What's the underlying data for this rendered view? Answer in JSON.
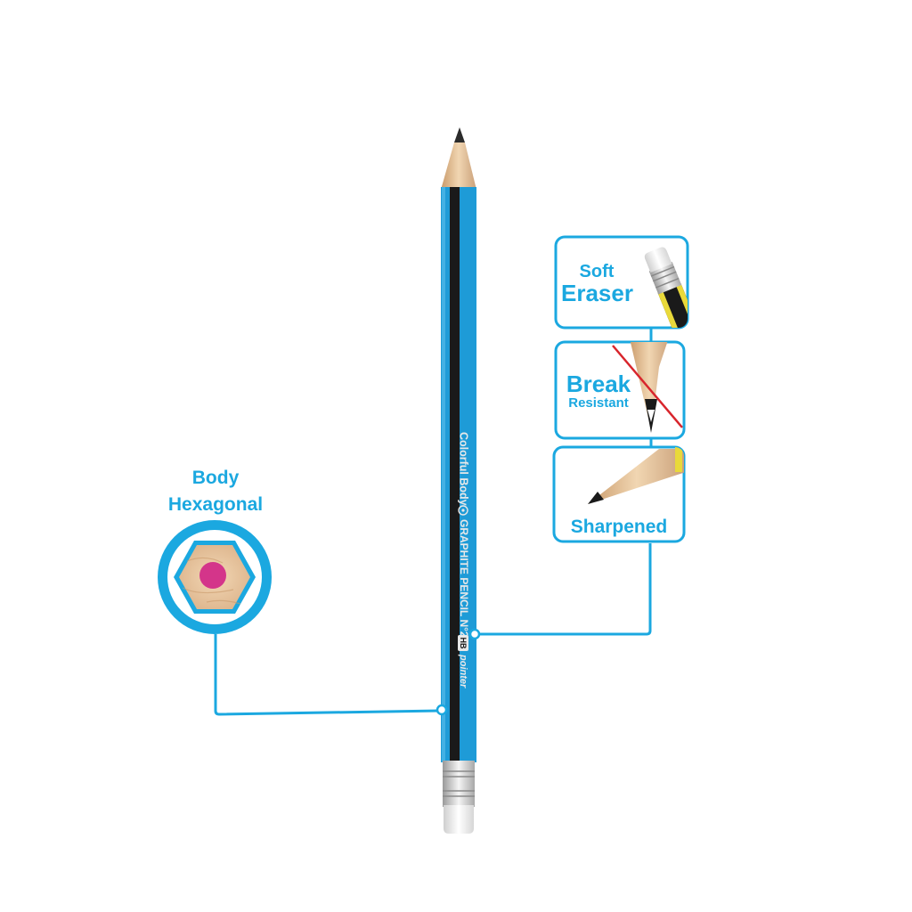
{
  "pencil": {
    "imprint_main": "Colorful Body",
    "imprint_product": "GRAPHITE PENCIL N°2",
    "grade": "HB",
    "brand": "pointer"
  },
  "callouts": {
    "body": {
      "line1": "Body",
      "line2": "Hexagonal"
    },
    "eraser": {
      "line1": "Soft",
      "line2": "Eraser"
    },
    "break": {
      "line1": "Break",
      "line2": "Resistant"
    },
    "sharpened": {
      "label": "Sharpened"
    }
  },
  "colors": {
    "accent": "#1ba8e0",
    "pencil_blue": "#1e9bd7",
    "pencil_black": "#1a1a1a",
    "wood": "#e8c9a3",
    "core_dot": "#d4358a"
  }
}
